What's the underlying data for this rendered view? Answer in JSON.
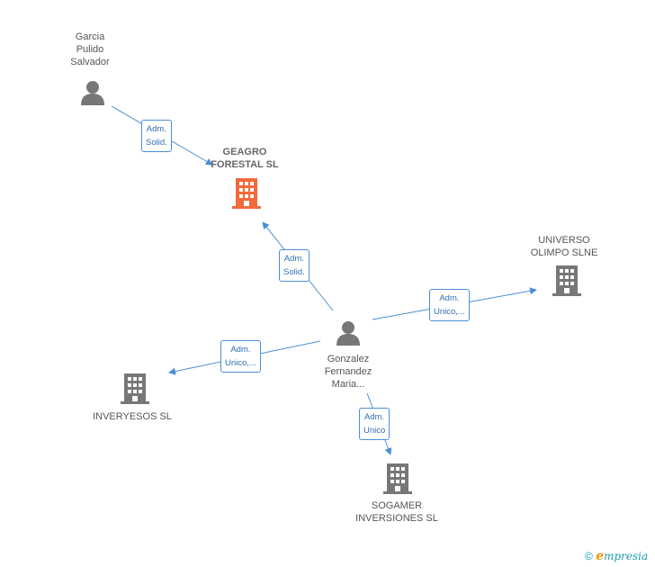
{
  "colors": {
    "edge": "#4a8fd6",
    "person_icon": "#777777",
    "company_icon": "#777777",
    "main_company_icon": "#f26a3a"
  },
  "nodes": {
    "garcia": {
      "lines": [
        "Garcia",
        "Pulido",
        "Salvador"
      ],
      "icon": "person-icon"
    },
    "geagro": {
      "lines": [
        "GEAGRO",
        "FORESTAL SL"
      ],
      "icon": "building-icon",
      "main": true
    },
    "universo": {
      "lines": [
        "UNIVERSO",
        "OLIMPO SLNE"
      ],
      "icon": "building-icon"
    },
    "gonzalez": {
      "lines": [
        "Gonzalez",
        "Fernandez",
        "Maria..."
      ],
      "icon": "person-icon"
    },
    "inveryesos": {
      "lines": [
        "INVERYESOS SL"
      ],
      "icon": "building-icon"
    },
    "sogamer": {
      "lines": [
        "SOGAMER",
        "INVERSIONES SL"
      ],
      "icon": "building-icon"
    }
  },
  "relations": {
    "garcia_geagro": [
      "Adm.",
      "Solid."
    ],
    "gonzalez_geagro": [
      "Adm.",
      "Solid."
    ],
    "gonzalez_universo": [
      "Adm.",
      "Unico,..."
    ],
    "gonzalez_inveryesos": [
      "Adm.",
      "Unico,..."
    ],
    "gonzalez_sogamer": [
      "Adm.",
      "Unico"
    ]
  },
  "footer": {
    "copyright": "©",
    "brand_initial": "e",
    "brand_rest": "mpresia"
  }
}
